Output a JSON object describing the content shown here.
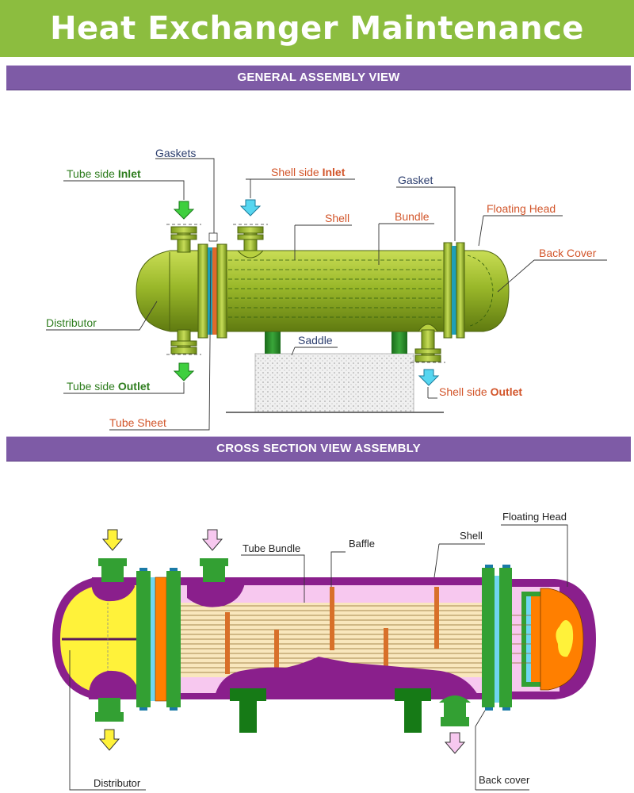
{
  "title": "Heat Exchanger Maintenance",
  "sections": {
    "general": "GENERAL ASSEMBLY VIEW",
    "cross": "CROSS SECTION VIEW ASSEMBLY"
  },
  "general_labels": {
    "gaskets": "Gaskets",
    "tube_inlet_prefix": "Tube side ",
    "tube_inlet_bold": "Inlet",
    "shell_inlet_prefix": "Shell side ",
    "shell_inlet_bold": "Inlet",
    "gasket": "Gasket",
    "shell": "Shell",
    "bundle": "Bundle",
    "floating_head": "Floating Head",
    "back_cover": "Back Cover",
    "distributor": "Distributor",
    "saddle": "Saddle",
    "tube_outlet_prefix": "Tube side ",
    "tube_outlet_bold": "Outlet",
    "shell_outlet_prefix": "Shell side ",
    "shell_outlet_bold": "Outlet",
    "tube_sheet": "Tube Sheet"
  },
  "cross_labels": {
    "floating_head": "Floating Head",
    "shell": "Shell",
    "baffle": "Baffle",
    "tube_bundle": "Tube Bundle",
    "distributor": "Distributor",
    "back_cover": "Back cover"
  },
  "colors": {
    "title_bg": "#8cbd3f",
    "band_bg": "#7e5ba6",
    "shell_green": "#9ab82a",
    "label_green": "#2e7d1e",
    "label_orange": "#d2552a",
    "label_navy": "#2c3e6e",
    "cross_purple": "#8a1f8c",
    "cross_pink": "#f7c8ef",
    "cross_yellow": "#fff23a",
    "cross_orange": "#ff7f00"
  }
}
